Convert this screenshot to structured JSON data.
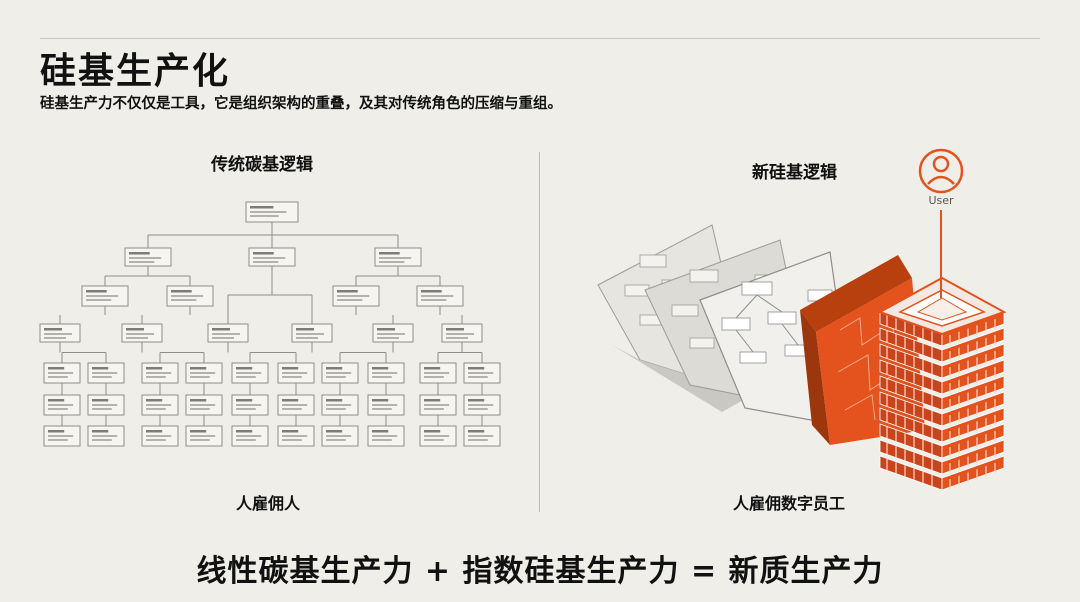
{
  "header": {
    "title": "硅基生产化",
    "subtitle": "硅基生产力不仅仅是工具，它是组织架构的重叠，及其对传统角色的压缩与重组。"
  },
  "left_panel": {
    "heading": "传统碳基逻辑",
    "caption": "人雇佣人"
  },
  "right_panel": {
    "heading": "新硅基逻辑",
    "caption": "人雇佣数字员工",
    "user_label": "User"
  },
  "footer": {
    "equation": "线性碳基生产力 + 指数硅基生产力 = 新质生产力"
  },
  "colors": {
    "accent": "#e4521d",
    "accent_dark": "#b8400f",
    "line": "#8e8d88",
    "background": "#efeee9"
  },
  "icons": [
    "user-icon"
  ]
}
